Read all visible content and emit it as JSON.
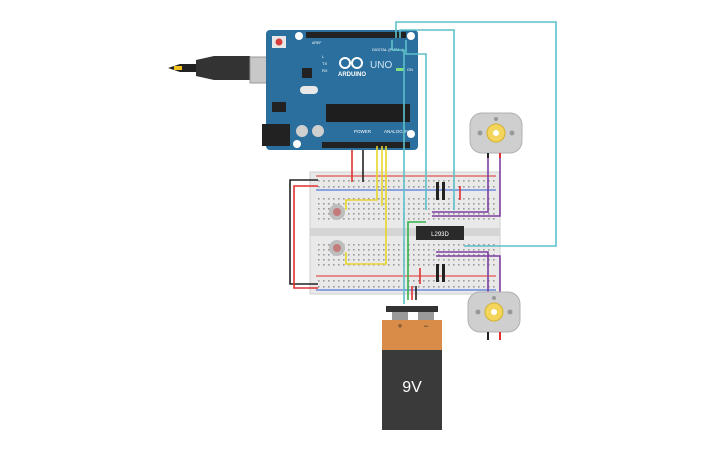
{
  "arduino": {
    "brand": "ARDUINO",
    "model": "UNO",
    "digital_label": "DIGITAL (PWM~)",
    "power_label": "POWER",
    "analog_label": "ANALOG IN",
    "tx_label": "TX",
    "rx_label": "RX",
    "l_label": "L",
    "on_label": "ON",
    "aref_label": "AREF"
  },
  "chip": {
    "label": "L293D"
  },
  "battery": {
    "label": "9V",
    "plus": "+",
    "minus": "−"
  },
  "colors": {
    "board": "#2a6f9e",
    "battery_body": "#3a3a3a",
    "battery_top": "#d98c47",
    "wire_red": "#e03030",
    "wire_black": "#222222",
    "wire_yellow": "#e8d62a",
    "wire_cyan": "#5cc0c8",
    "wire_purple": "#7a3fa0",
    "wire_green": "#36b24a"
  }
}
